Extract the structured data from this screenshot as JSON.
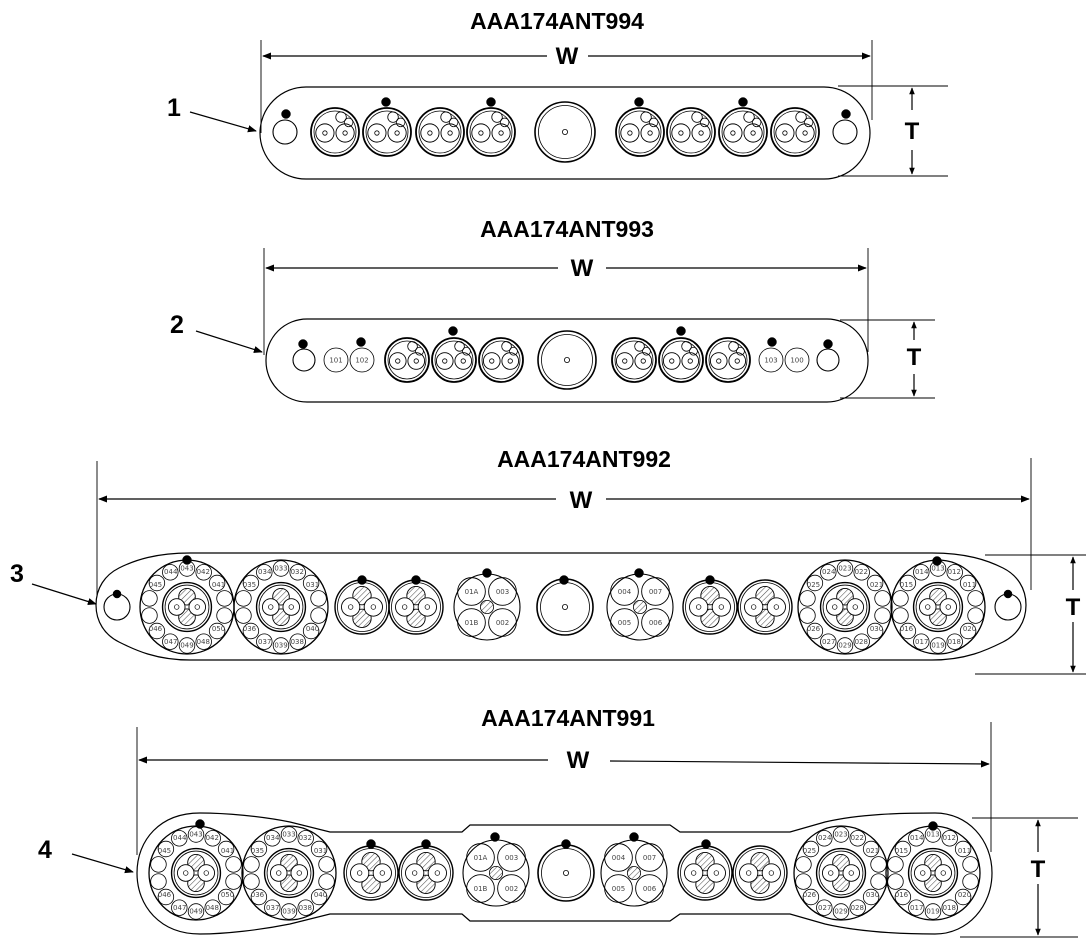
{
  "cables": [
    {
      "part_number": "AAA174ANT994",
      "callout": "1",
      "width_label": "W",
      "thickness_label": "T"
    },
    {
      "part_number": "AAA174ANT993",
      "callout": "2",
      "width_label": "W",
      "thickness_label": "T",
      "conductor_labels": [
        "101",
        "102",
        "103",
        "100"
      ]
    },
    {
      "part_number": "AAA174ANT992",
      "callout": "3",
      "width_label": "W",
      "thickness_label": "T",
      "bundle_labels": [
        [
          "044",
          "043",
          "042",
          "045",
          "041",
          "046",
          "050",
          "047",
          "049",
          "048"
        ],
        [
          "034",
          "033",
          "032",
          "035",
          "031",
          "036",
          "040",
          "037",
          "039",
          "038"
        ],
        [
          "024",
          "023",
          "022",
          "025",
          "021",
          "026",
          "030",
          "027",
          "029",
          "028"
        ],
        [
          "014",
          "013",
          "012",
          "015",
          "011",
          "016",
          "020",
          "017",
          "019",
          "018"
        ]
      ],
      "quad_labels": [
        [
          "01A",
          "003",
          "01B",
          "002"
        ],
        [
          "004",
          "007",
          "005",
          "006"
        ]
      ]
    },
    {
      "part_number": "AAA174ANT991",
      "callout": "4",
      "width_label": "W",
      "thickness_label": "T",
      "bundle_labels": [
        [
          "044",
          "043",
          "042",
          "045",
          "041",
          "046",
          "050",
          "047",
          "049",
          "048"
        ],
        [
          "034",
          "033",
          "032",
          "035",
          "031",
          "036",
          "040",
          "037",
          "039",
          "038"
        ],
        [
          "024",
          "023",
          "022",
          "025",
          "021",
          "026",
          "030",
          "027",
          "029",
          "028"
        ],
        [
          "014",
          "013",
          "012",
          "015",
          "011",
          "016",
          "020",
          "017",
          "019",
          "018"
        ]
      ],
      "quad_labels": [
        [
          "01A",
          "003",
          "01B",
          "002"
        ],
        [
          "004",
          "007",
          "005",
          "006"
        ]
      ]
    }
  ]
}
